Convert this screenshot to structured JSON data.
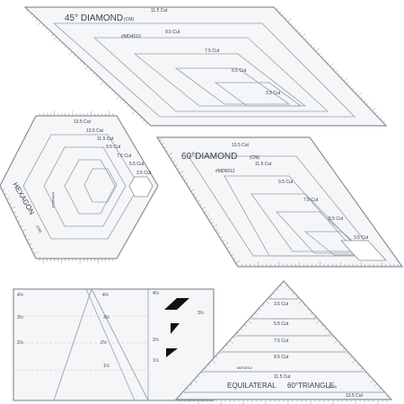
{
  "colors": {
    "background": "#ffffff",
    "ruler_line": "#8a8f96",
    "ruler_fill": "#f4f6f8",
    "text": "#3b3f45",
    "black_shape": "#111111"
  },
  "diamond45": {
    "title": "45° DIAMOND",
    "unit": "(CM)",
    "model": "#MD4510",
    "cuts": [
      "11.5 Cut",
      "9.5 Cut",
      "7.5 Cut",
      "5.5 Cut",
      "3.5 Cut"
    ]
  },
  "hexagon": {
    "title": "HEXAGON",
    "unit": "(CM)",
    "model": "#MH6514",
    "cuts": [
      "13.5 Cut",
      "13.5 Cut",
      "11.5 Cut",
      "9.5 Cut",
      "7.5 Cut",
      "5.5 Cut",
      "3.5 Cut"
    ]
  },
  "diamond60": {
    "title": "60°DIAMOND",
    "unit": "(CM)",
    "model": "#MD6012",
    "cuts": [
      "13.5 Cut",
      "11.5 Cut",
      "9.5 Cut",
      "7.5 Cut",
      "5.5 Cut",
      "3.5 Cut"
    ]
  },
  "half_triangle": {
    "marks": [
      "4½",
      "4½",
      "3½",
      "3½",
      "2½",
      "2½",
      "1½",
      "4½",
      "2½",
      "1½",
      "3½"
    ]
  },
  "triangle": {
    "title": "EQUILATERAL",
    "subtitle": "60°TRIANGLE",
    "unit": "(CM)",
    "model": "#MT6012",
    "cuts": [
      "3.5 Cut",
      "5.5 Cut",
      "7.5 Cut",
      "9.5 Cut",
      "11.5 Cut",
      "13.5 Cut"
    ]
  }
}
